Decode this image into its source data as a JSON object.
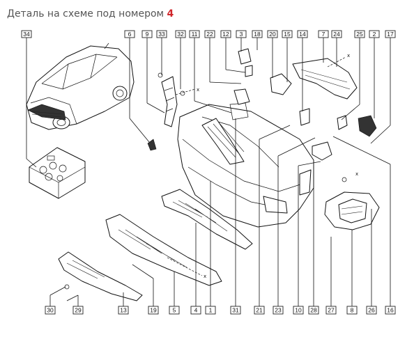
{
  "heading": {
    "text": "Деталь на схеме под номером",
    "highlight": "4",
    "highlight_color": "#d0272b"
  },
  "labels_top": [
    "34",
    "6",
    "9",
    "33",
    "32",
    "11",
    "22",
    "12",
    "3",
    "18",
    "20",
    "15",
    "14",
    "7",
    "24",
    "25",
    "2",
    "17"
  ],
  "labels_bottom": [
    "30",
    "29",
    "13",
    "19",
    "5",
    "4",
    "1",
    "31",
    "21",
    "23",
    "10",
    "28",
    "27",
    "8",
    "26",
    "16"
  ],
  "colors": {
    "line": "#111111",
    "highlight": "#d0272b",
    "text": "#555555"
  }
}
